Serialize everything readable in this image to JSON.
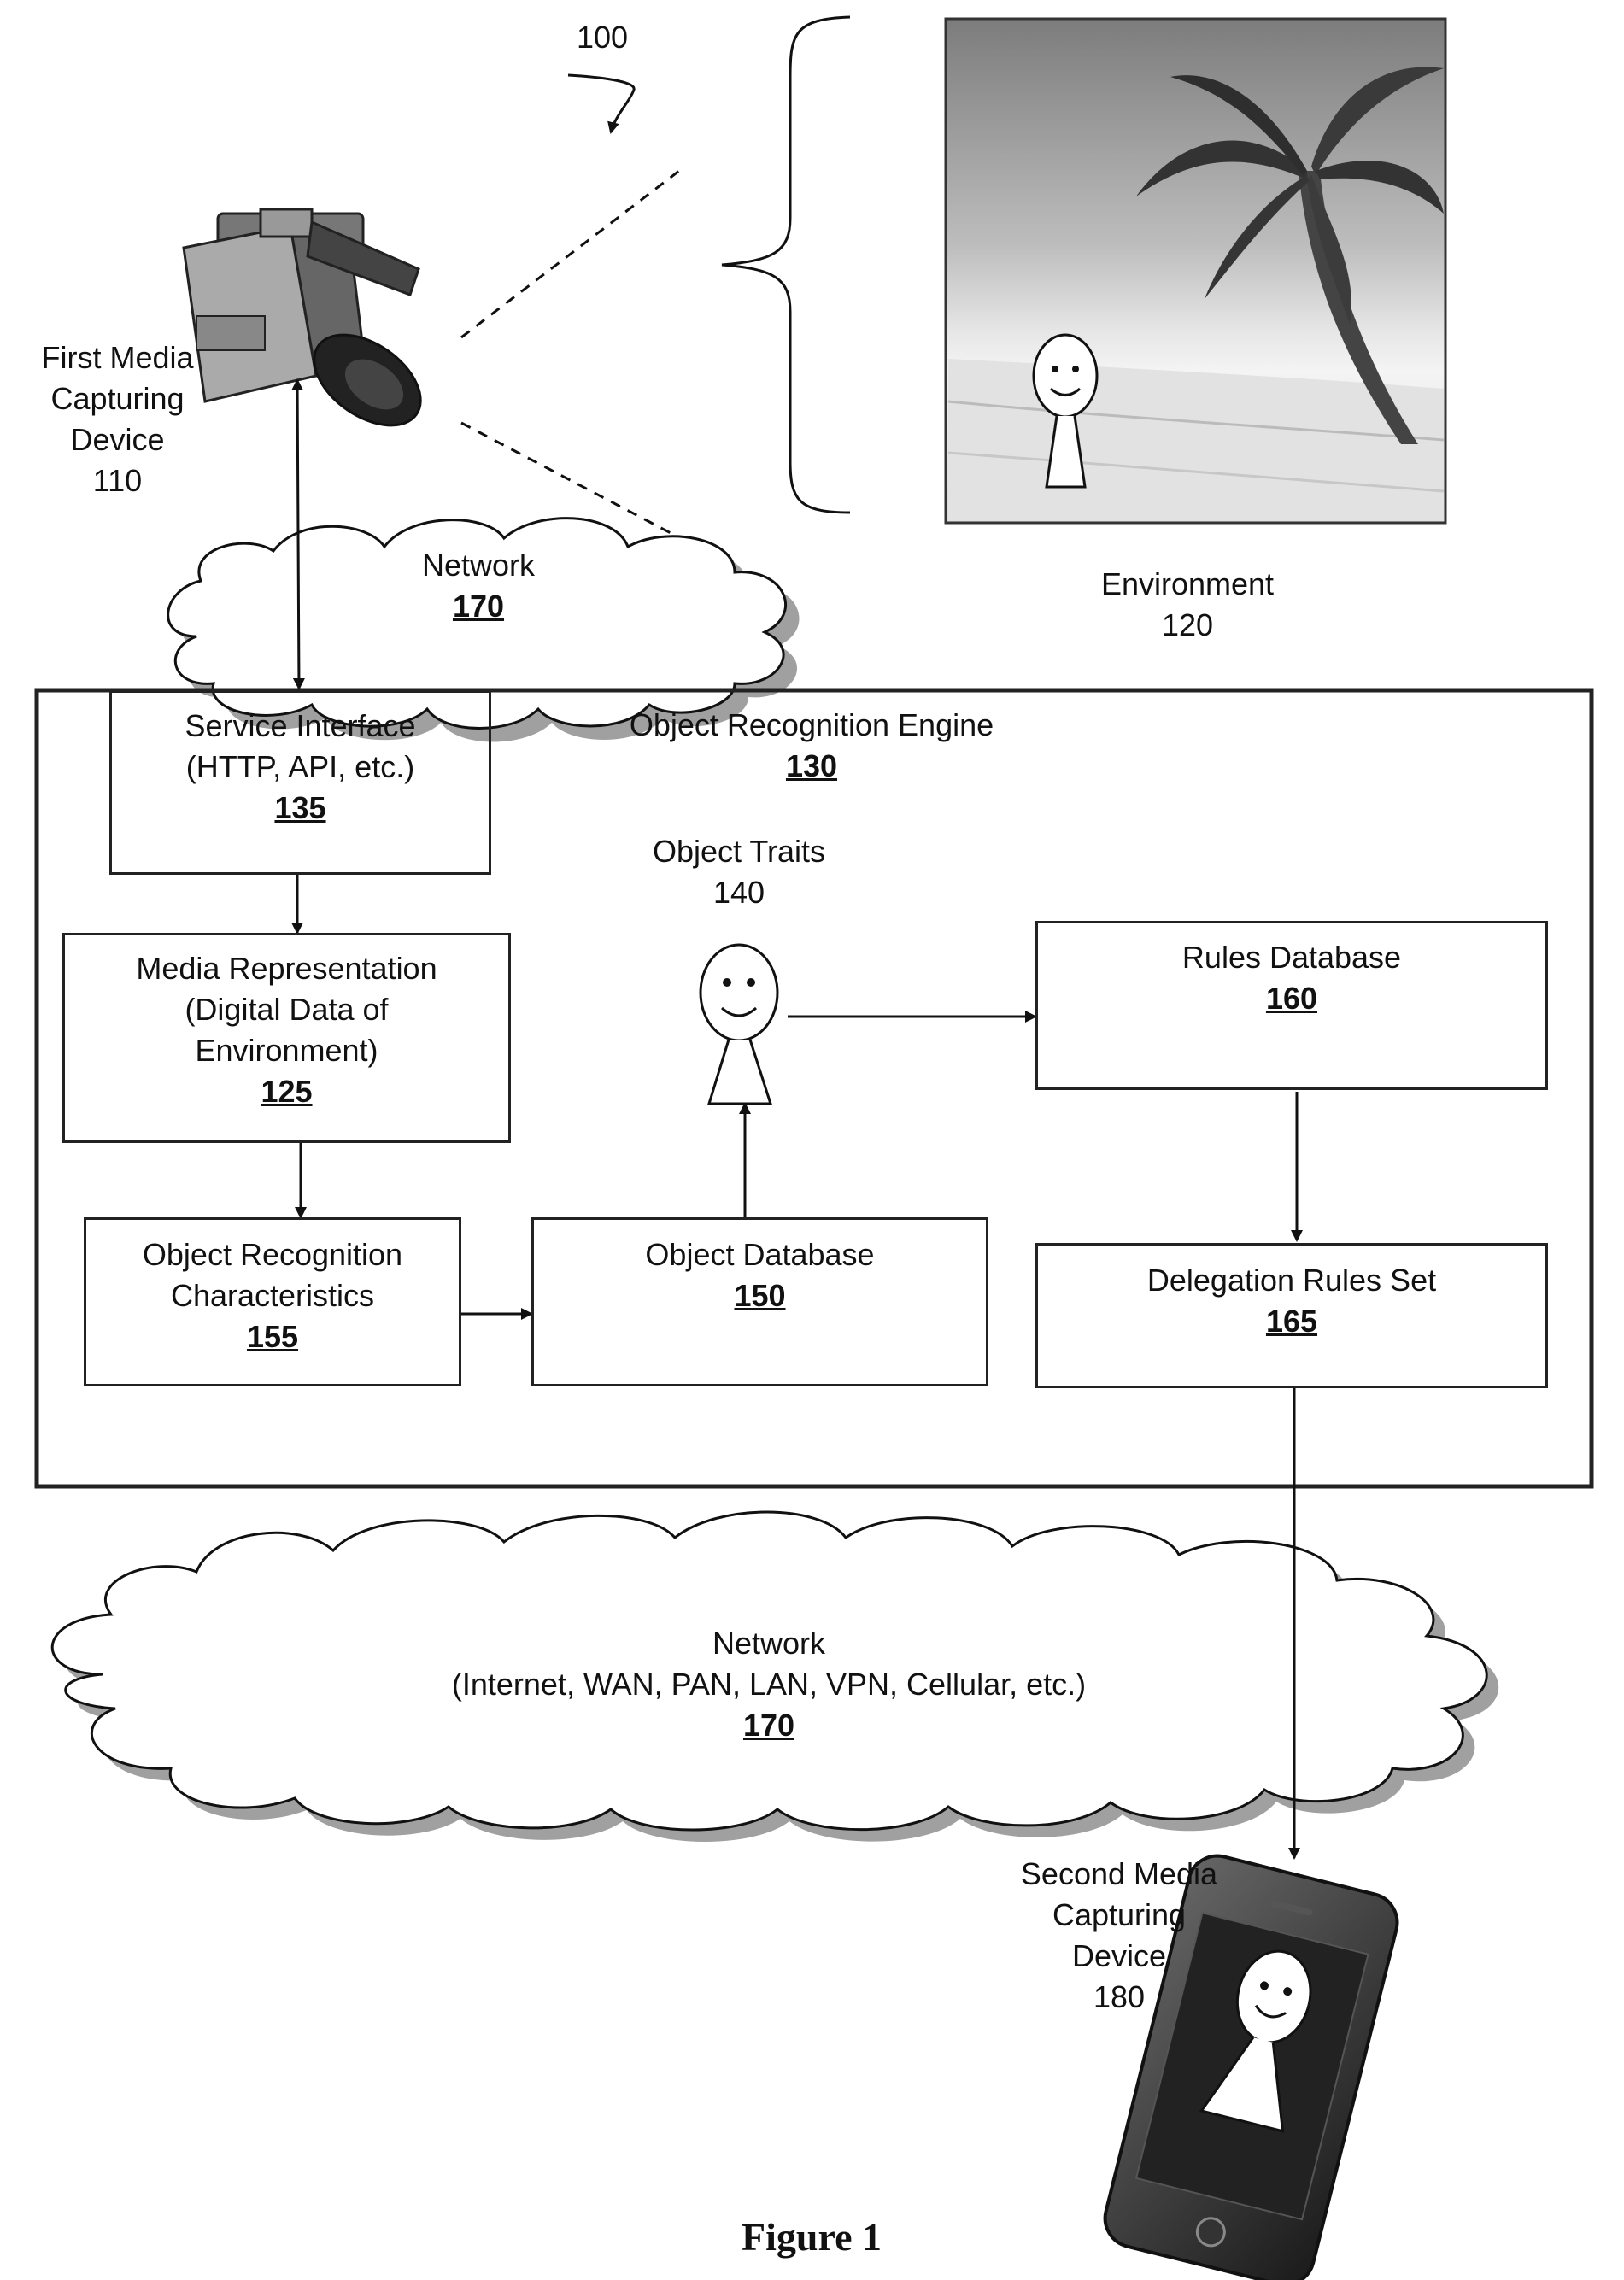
{
  "figure_ref": "100",
  "first_device": {
    "label_lines": [
      "First Media",
      "Capturing",
      "Device"
    ],
    "number": "110"
  },
  "environment": {
    "label": "Environment",
    "number": "120"
  },
  "network_top": {
    "label": "Network",
    "number": "170"
  },
  "engine": {
    "label": "Object Recognition Engine",
    "number": "130"
  },
  "service_interface": {
    "line1": "Service Interface",
    "line2": "(HTTP, API, etc.)",
    "number": "135"
  },
  "media_representation": {
    "line1": "Media Representation",
    "line2": "(Digital Data of",
    "line3": "Environment)",
    "number": "125"
  },
  "characteristics": {
    "line1": "Object Recognition",
    "line2": "Characteristics",
    "number": "155"
  },
  "object_database": {
    "label": "Object Database",
    "number": "150"
  },
  "object_traits": {
    "label": "Object Traits",
    "number": "140"
  },
  "rules_database": {
    "label": "Rules Database",
    "number": "160"
  },
  "delegation_rules": {
    "label": "Delegation Rules Set",
    "number": "165"
  },
  "network_bottom": {
    "line1": "Network",
    "line2": "(Internet, WAN, PAN, LAN, VPN, Cellular, etc.)",
    "number": "170"
  },
  "second_device": {
    "label_lines": [
      "Second Media",
      "Capturing",
      "Device"
    ],
    "number": "180"
  },
  "caption": "Figure 1",
  "icons": [
    "video-camera-icon",
    "beach-photo-icon",
    "stick-figure-icon",
    "smartphone-icon",
    "cloud-icon"
  ]
}
